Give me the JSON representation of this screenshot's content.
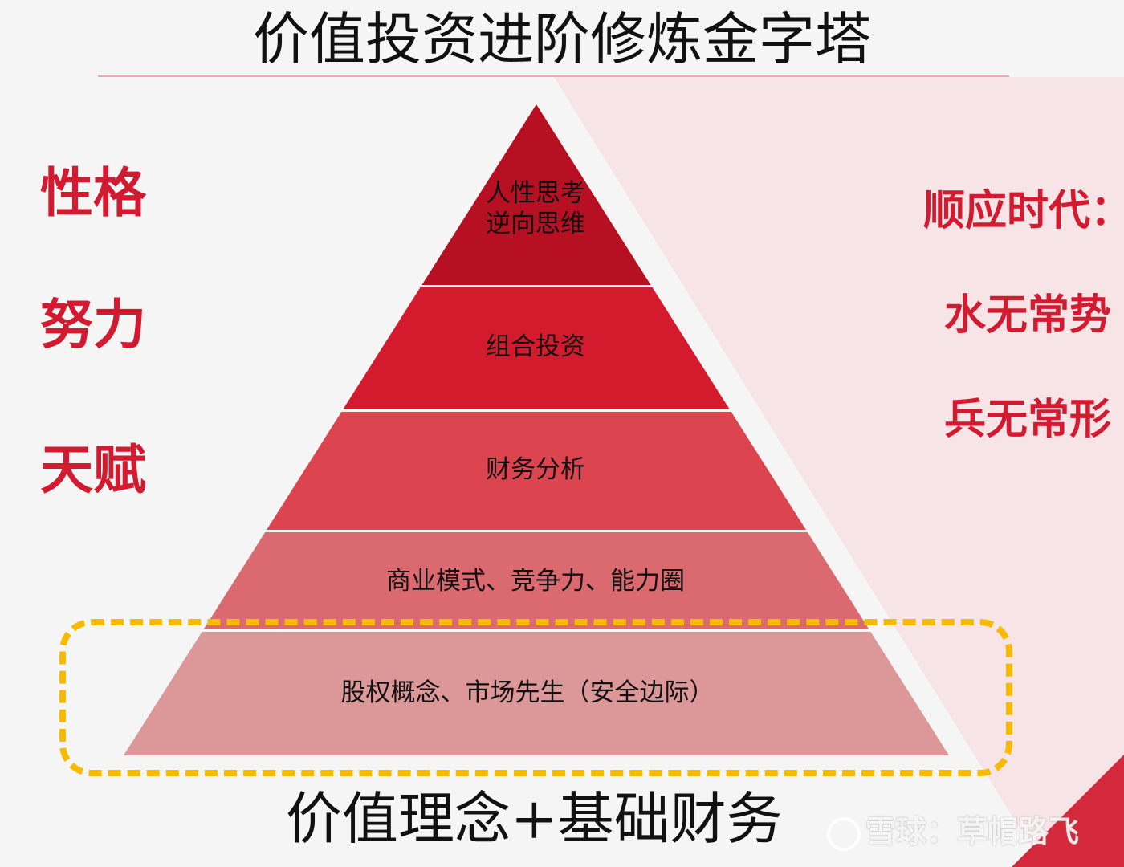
{
  "title": "价值投资进阶修炼金字塔",
  "pyramid": {
    "layers": [
      {
        "lines": [
          "人性思考",
          "逆向思维"
        ],
        "color": "#b71022"
      },
      {
        "lines": [
          "组合投资"
        ],
        "color": "#d41b2e"
      },
      {
        "lines": [
          "财务分析"
        ],
        "color": "#dc4450"
      },
      {
        "lines": [
          "商业模式、竞争力、能力圈"
        ],
        "color": "#db6a70"
      },
      {
        "lines": [
          "股权概念、市场先生（安全边际）"
        ],
        "color": "#dc9798"
      }
    ]
  },
  "left_words": [
    "性格",
    "努力",
    "天赋"
  ],
  "right_words": [
    "顺应时代：",
    "水无常势",
    "兵无常形"
  ],
  "highlight_color": "#f6bb00",
  "footer": "价值理念+基础财务",
  "watermark": "雪球：草帽路飞"
}
